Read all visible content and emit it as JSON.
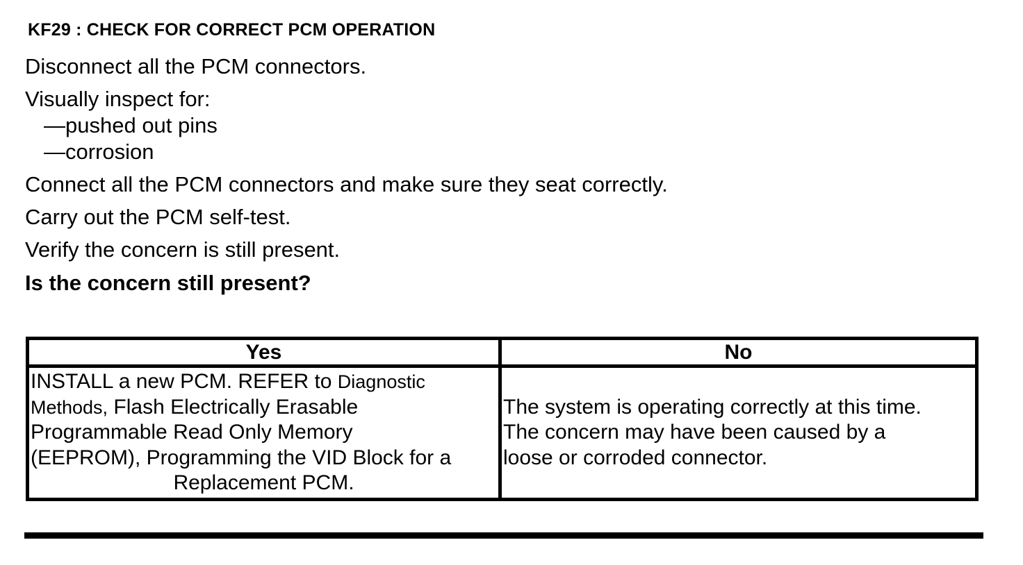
{
  "page": {
    "background_color": "#ffffff",
    "text_color": "#000000"
  },
  "heading": {
    "text": "KF29 : CHECK FOR CORRECT PCM OPERATION"
  },
  "procedure": {
    "steps": [
      "Disconnect all the PCM connectors.",
      "Visually inspect for:",
      "—pushed out pins",
      "—corrosion",
      "Connect all the PCM connectors and make sure they seat correctly.",
      "Carry out the PCM self-test.",
      "Verify the concern is still present."
    ],
    "question": "Is the concern still present?"
  },
  "results_table": {
    "yes_column": {
      "header": "Yes",
      "line1_main": "INSTALL a new PCM. REFER to ",
      "line1_ref": "Diagnostic",
      "line2_ref": "Methods,",
      "line2_main": " Flash Electrically Erasable",
      "line3": "Programmable Read Only Memory",
      "line4": "(EEPROM), Programming the VID Block for a",
      "line5": "Replacement PCM."
    },
    "no_column": {
      "header": "No",
      "line1": "The system is operating correctly at this time.",
      "line2": "The concern may have been caused by a",
      "line3": "loose or corroded connector."
    }
  }
}
